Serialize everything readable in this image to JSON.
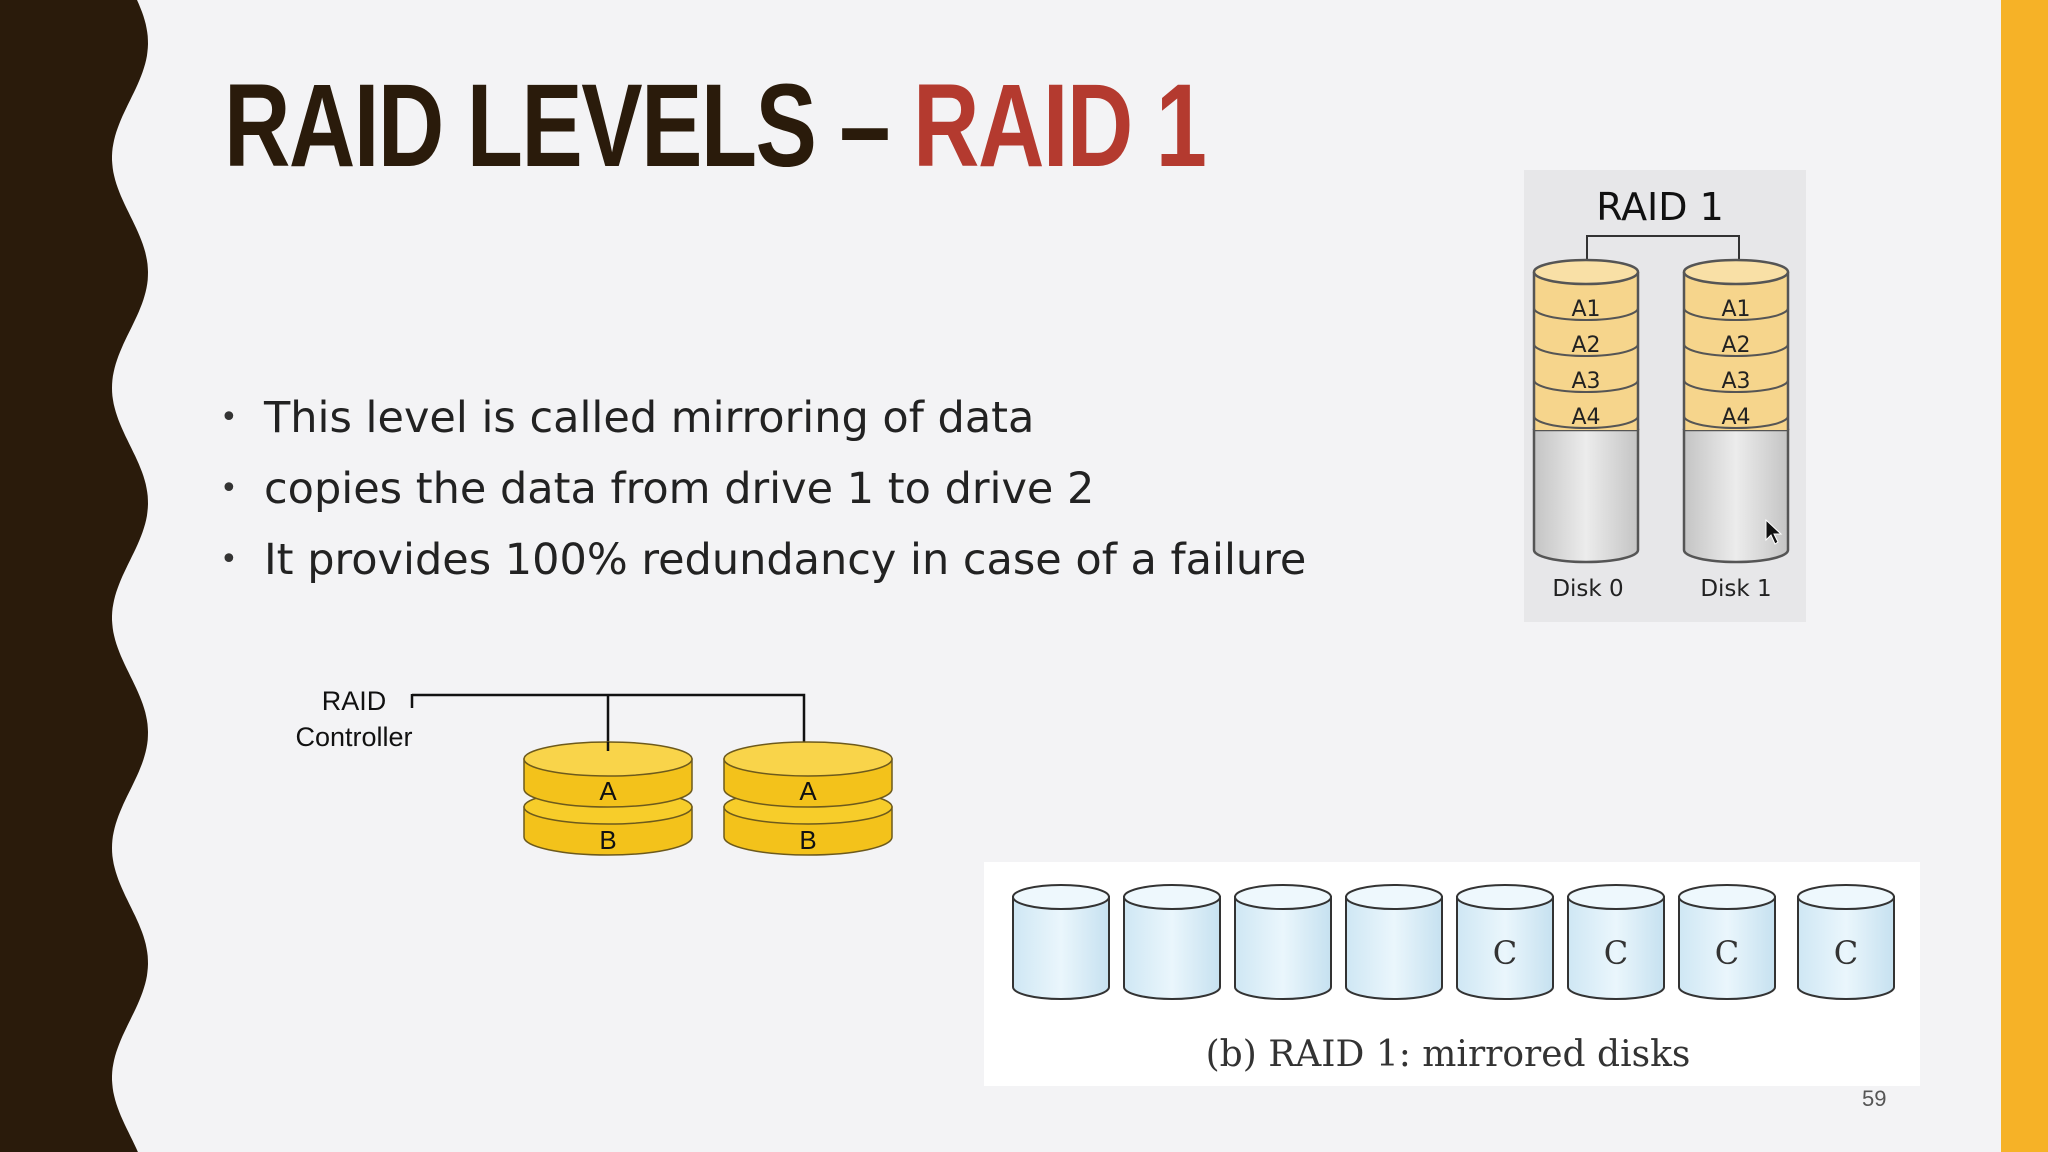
{
  "slide": {
    "title_main": "RAID LEVELS – ",
    "title_accent": "RAID 1",
    "bullets": [
      "This level is called mirroring of data",
      "copies the data from drive 1 to drive 2",
      "It provides 100% redundancy in case of a failure"
    ],
    "page_number": "59",
    "colors": {
      "left_band": "#2a1b0b",
      "right_band": "#f6b227",
      "title_accent": "#b43a2f",
      "background": "#f3f3f5"
    }
  },
  "raid1_diagram": {
    "title": "RAID 1",
    "disks": [
      {
        "label": "Disk 0",
        "blocks": [
          "A1",
          "A2",
          "A3",
          "A4"
        ]
      },
      {
        "label": "Disk 1",
        "blocks": [
          "A1",
          "A2",
          "A3",
          "A4"
        ]
      }
    ]
  },
  "controller_diagram": {
    "label_line1": "RAID",
    "label_line2": "Controller",
    "disks": [
      {
        "top": "A",
        "bottom": "B"
      },
      {
        "top": "A",
        "bottom": "B"
      }
    ]
  },
  "mirrored_disks_figure": {
    "caption": "(b) RAID 1: mirrored disks",
    "disk_labels": [
      "",
      "",
      "",
      "",
      "C",
      "C",
      "C",
      "C"
    ]
  }
}
